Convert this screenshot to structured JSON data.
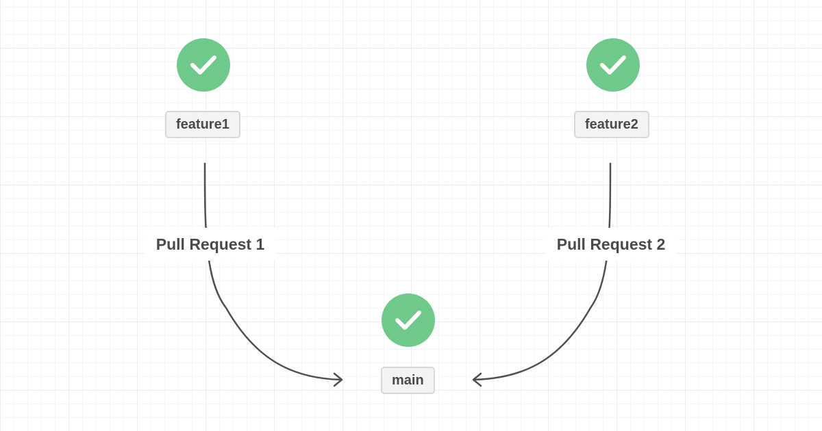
{
  "colors": {
    "success_green": "#6ec98b",
    "check_mark": "#ffffff",
    "edge_stroke": "#505050",
    "label_text": "#4a4a4a",
    "label_bg": "#f3f3f3",
    "label_border": "#d8d8d8"
  },
  "nodes": {
    "feature1": {
      "label": "feature1",
      "status_icon": "check-circle-icon"
    },
    "feature2": {
      "label": "feature2",
      "status_icon": "check-circle-icon"
    },
    "main": {
      "label": "main",
      "status_icon": "check-circle-icon"
    }
  },
  "edges": [
    {
      "from": "feature1",
      "to": "main",
      "label": "Pull Request 1"
    },
    {
      "from": "feature2",
      "to": "main",
      "label": "Pull Request 2"
    }
  ]
}
